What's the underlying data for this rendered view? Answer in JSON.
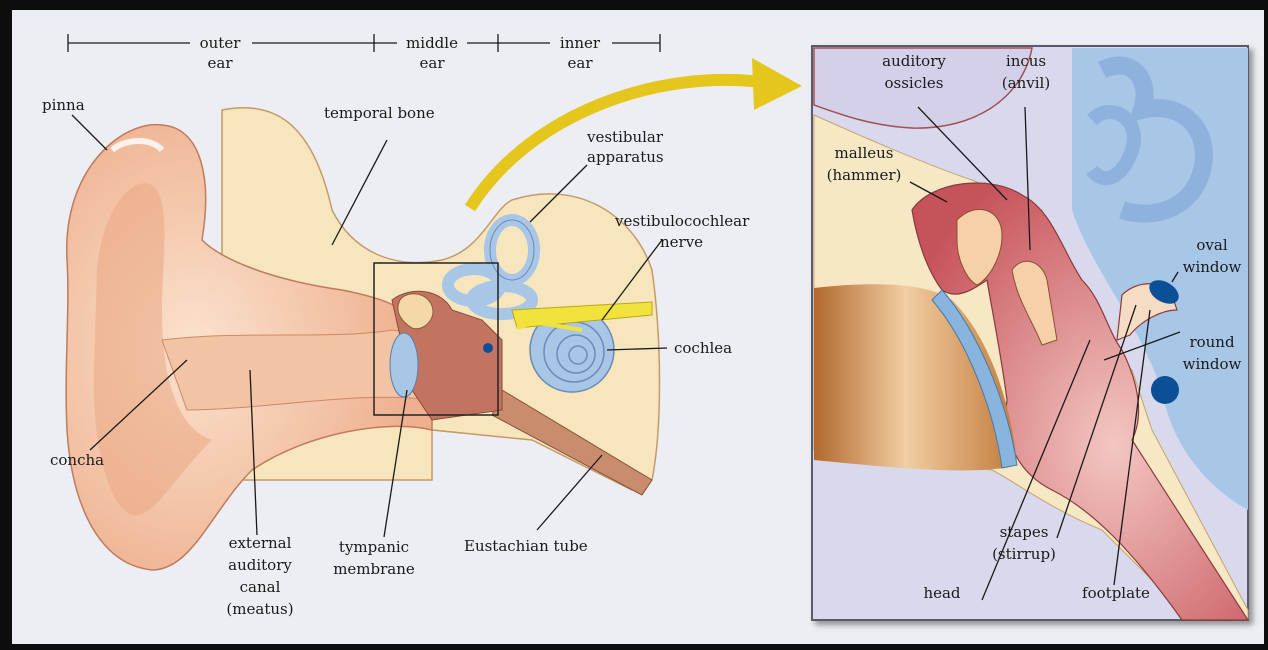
{
  "regions": {
    "outer_line1": "outer",
    "outer_line2": "ear",
    "middle_line1": "middle",
    "middle_line2": "ear",
    "inner_line1": "inner",
    "inner_line2": "ear"
  },
  "left_labels": {
    "pinna": "pinna",
    "temporal_bone": "temporal bone",
    "vestibular_1": "vestibular",
    "vestibular_2": "apparatus",
    "vcn_1": "vestibulocochlear",
    "vcn_2": "nerve",
    "cochlea": "cochlea",
    "concha": "concha",
    "eac_1": "external",
    "eac_2": "auditory",
    "eac_3": "canal",
    "eac_4": "(meatus)",
    "tymp_1": "tympanic",
    "tymp_2": "membrane",
    "eustachian": "Eustachian tube"
  },
  "right_labels": {
    "ossicles_1": "auditory",
    "ossicles_2": "ossicles",
    "incus_1": "incus",
    "incus_2": "(anvil)",
    "malleus_1": "malleus",
    "malleus_2": "(hammer)",
    "oval_1": "oval",
    "oval_2": "window",
    "round_1": "round",
    "round_2": "window",
    "head": "head",
    "stapes_1": "stapes",
    "stapes_2": "(stirrup)",
    "footplate": "footplate"
  },
  "colors": {
    "skin_light": "#f6d0b4",
    "skin_dark": "#e9a784",
    "bone": "#f7e6bd",
    "inner_blue": "#a8c6e6",
    "muscle": "#c9585e",
    "nerve": "#f1e23c",
    "arrow": "#e4c61c",
    "dark_dot": "#0b4f96"
  }
}
